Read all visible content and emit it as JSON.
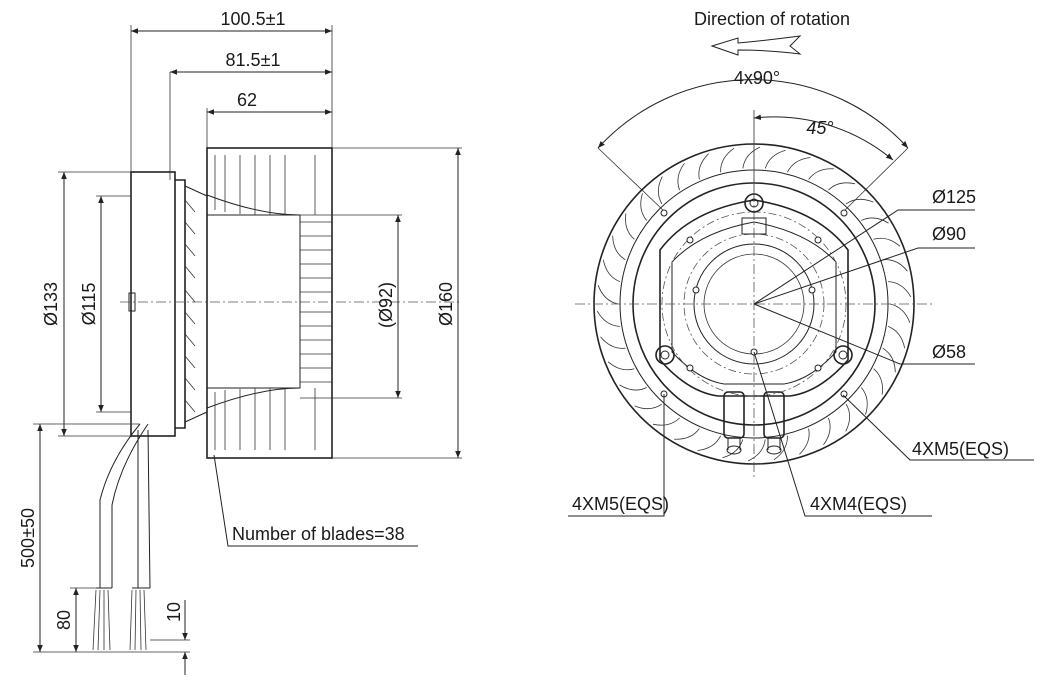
{
  "side_view": {
    "dim_overall_length": "100.5±1",
    "dim_body_length": "81.5±1",
    "dim_impeller_length": "62",
    "dim_dia_motor": "Ø133",
    "dim_dia_flange": "Ø115",
    "dim_dia_hub": "(Ø92)",
    "dim_dia_impeller": "Ø160",
    "dim_cable_length": "500±50",
    "dim_strip_length": "80",
    "dim_wire_end": "10",
    "blades_note": "Number of blades=38"
  },
  "front_view": {
    "rotation_title": "Direction of rotation",
    "angle_total": "4x90°",
    "angle_offset": "45°",
    "dim_pcd_outer": "Ø125",
    "dim_pcd_mid": "Ø90",
    "dim_pcd_inner": "Ø58",
    "thread_right": "4XM5(EQS)",
    "thread_left": "4XM5(EQS)",
    "thread_center": "4XM4(EQS)"
  }
}
